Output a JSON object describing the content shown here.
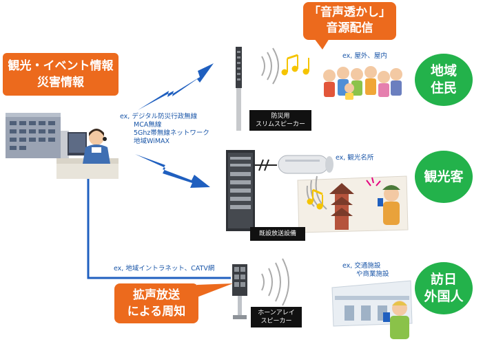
{
  "header_box": {
    "line1": "観光・イベント情報",
    "line2": "災害情報"
  },
  "watermark_box": {
    "line1": "「音声透かし」",
    "line2": "音源配信"
  },
  "announce_box": {
    "line1": "拡声放送",
    "line2": "による周知"
  },
  "networks": {
    "line1": "ex, デジタル防災行政無線",
    "line2": "MCA無線",
    "line3": "5Ghz帯無線ネットワーク",
    "line4": "地域WiMAX"
  },
  "intranet": "ex, 地域イントラネット、CATV網",
  "labels": {
    "slim_speaker_1": "防災用",
    "slim_speaker_2": "スリムスピーカー",
    "existing_equipment": "既設放送設備",
    "horn_array_1": "ホーンアレイ",
    "horn_array_2": "スピーカー"
  },
  "examples": {
    "outdoor": "ex, 屋外、屋内",
    "tourist_spot": "ex, 観光名所",
    "transport_1": "ex, 交通施設",
    "transport_2": "や商業施設"
  },
  "audiences": {
    "residents_1": "地域",
    "residents_2": "住民",
    "tourists": "観光客",
    "visitors_1": "訪日",
    "visitors_2": "外国人"
  },
  "colors": {
    "orange": "#ec6a1d",
    "green": "#23b24b",
    "blue_text": "#1a56a8",
    "signal": "#1f5fbf",
    "line": "#1f5fbf"
  }
}
